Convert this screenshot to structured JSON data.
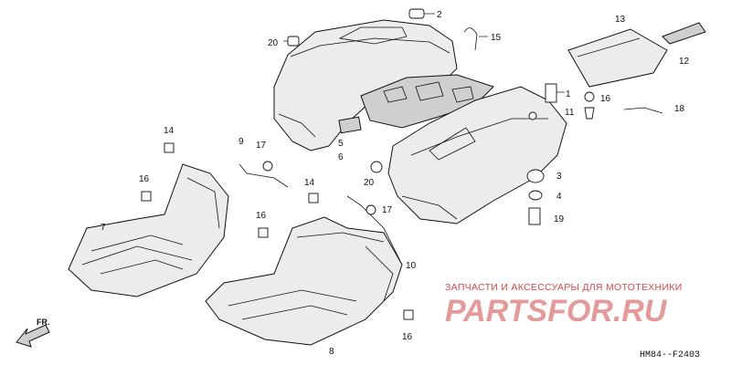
{
  "callouts": {
    "c1": "1",
    "c2": "2",
    "c3": "3",
    "c4": "4",
    "c5": "5",
    "c6": "6",
    "c7": "7",
    "c8": "8",
    "c9": "9",
    "c10": "10",
    "c11": "11",
    "c12": "12",
    "c13": "13",
    "c14a": "14",
    "c14b": "14",
    "c15": "15",
    "c16a": "16",
    "c16b": "16",
    "c16c": "16",
    "c16d": "16",
    "c17a": "17",
    "c17b": "17",
    "c18": "18",
    "c19": "19",
    "c20a": "20",
    "c20b": "20"
  },
  "direction_label": "FR.",
  "watermark": {
    "tagline": "ЗАПЧАСТИ И АКСЕССУАРЫ ДЛЯ МОТОТЕХНИКИ",
    "logo": "PARTSFOR.RU"
  },
  "diagram_code": "HM84--F2403"
}
